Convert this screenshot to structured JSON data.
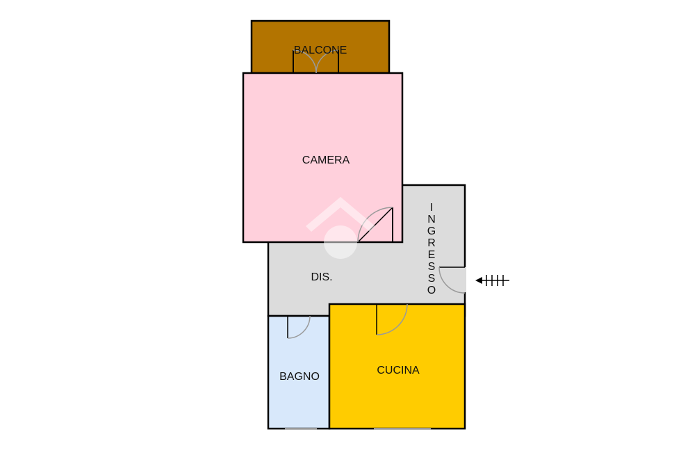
{
  "colors": {
    "balcone": "#b37400",
    "camera": "#ffd0dc",
    "disimpegno": "#dcdcdc",
    "bagno": "#d8e8fb",
    "cucina": "#ffcc00",
    "wall": "#000000",
    "door": "#9a9a9a"
  },
  "rooms": {
    "balcone": "BALCONE",
    "camera": "CAMERA",
    "disimpegno": "DIS.",
    "bagno": "BAGNO",
    "cucina": "CUCINA",
    "ingresso": [
      "I",
      "N",
      "G",
      "R",
      "E",
      "S",
      "S",
      "O"
    ]
  }
}
